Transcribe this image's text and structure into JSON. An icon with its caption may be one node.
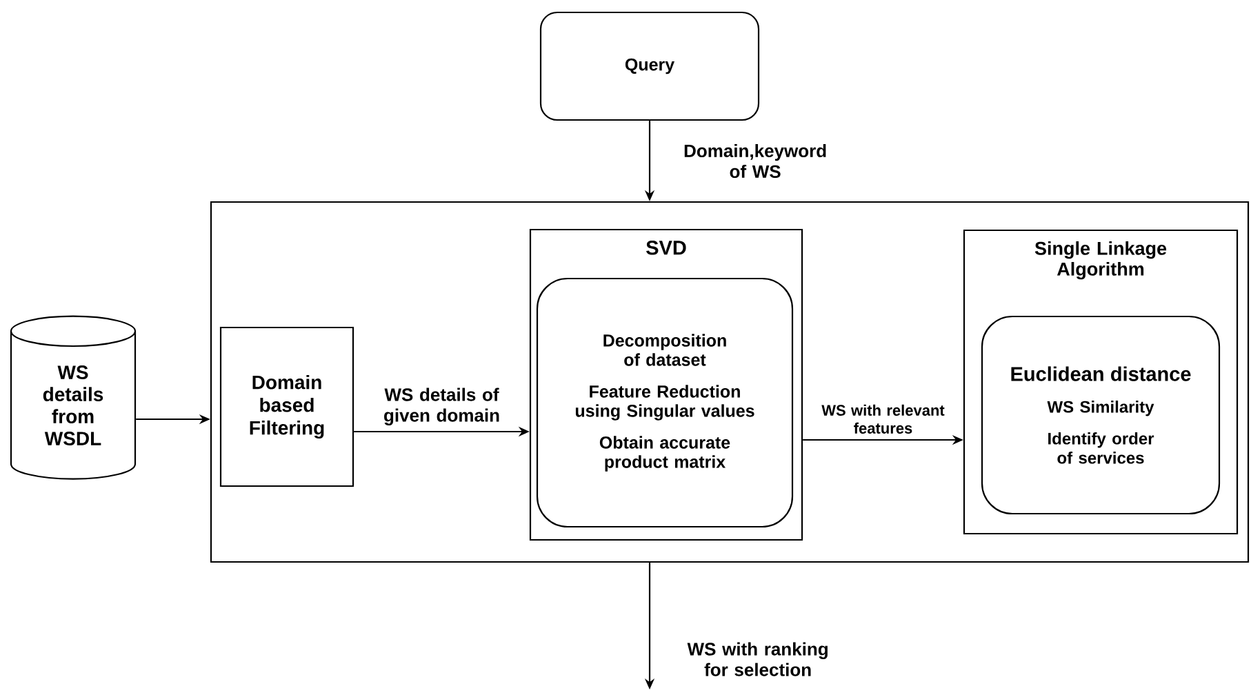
{
  "diagram": {
    "nodes": [
      {
        "text": [
          "Query"
        ]
      },
      {
        "text": [
          "WS details from WSDL"
        ]
      },
      {
        "text": [],
        "shape": "box"
      },
      {
        "text": [
          "Domain based Filtering"
        ],
        "in": 2
      },
      {
        "text": [
          "SVD"
        ],
        "in": 2
      },
      {
        "text": [
          "Decomposition of dataset",
          "Feature Reduction using Singular values",
          "Obtain accurate product matrix"
        ],
        "in": 4
      },
      {
        "text": [
          "Single Linkage Algorithm"
        ],
        "in": 2
      },
      {
        "text": [
          "Euclidean distance",
          "WS Similarity",
          "Identify order of services"
        ],
        "in": 6
      }
    ],
    "edges": [
      {
        "from": 0,
        "to": 2,
        "arrow": "to",
        "label": "Domain,keyword of WS"
      },
      {
        "from": 1,
        "to": 2,
        "arrow": "to"
      },
      {
        "from": 3,
        "to": 4,
        "arrow": "to",
        "label": "WS details of given domain"
      },
      {
        "from": 4,
        "to": 6,
        "arrow": "to",
        "label": "WS with relevant features"
      },
      {
        "from": 2,
        "to": null,
        "arrow": "to",
        "label": "WS with ranking for selection"
      }
    ]
  }
}
